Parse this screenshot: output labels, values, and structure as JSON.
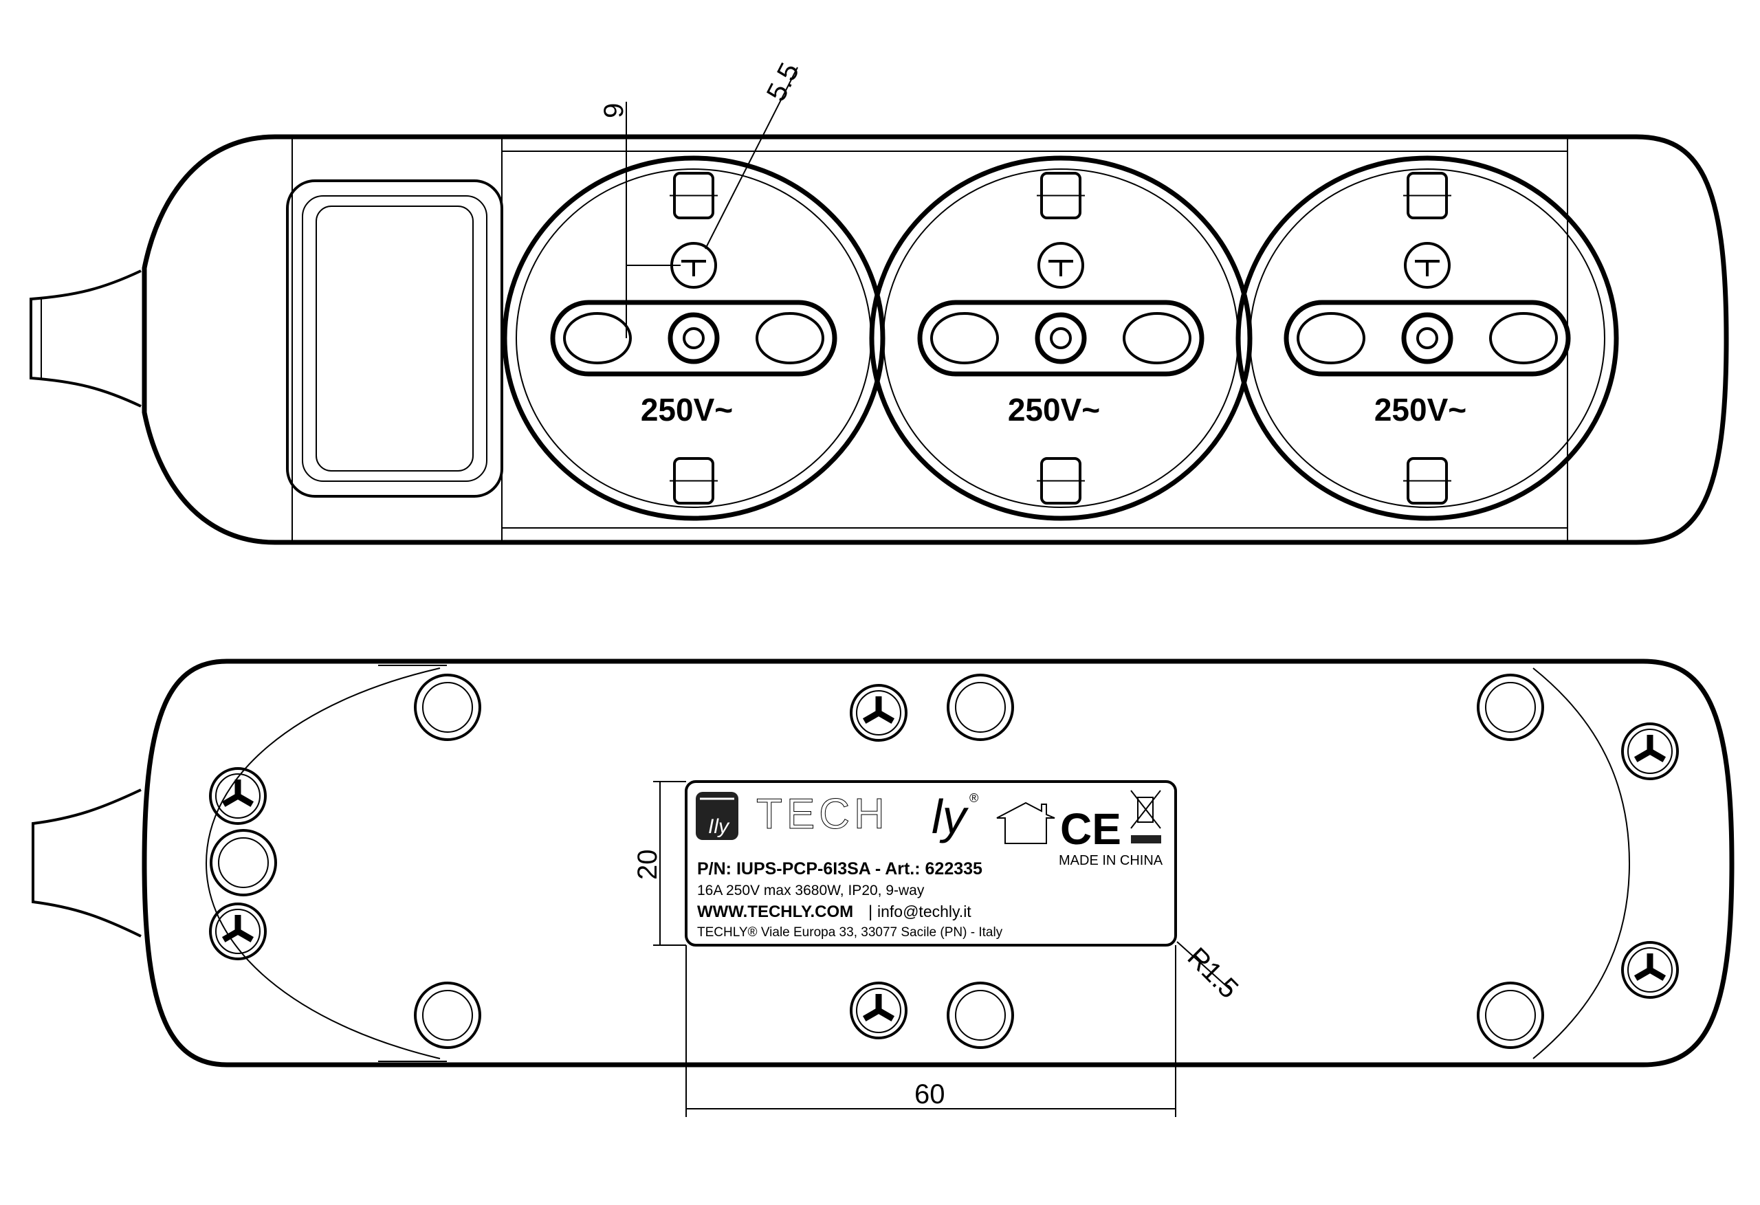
{
  "top_view": {
    "socket_rating": "250V~",
    "socket_count": 3,
    "dimensions": {
      "pin_offset": "9",
      "earth_hole": "5.5"
    }
  },
  "bottom_view": {
    "dimensions": {
      "label_height": "20",
      "label_width": "60",
      "corner_radius": "R1.5"
    },
    "label": {
      "logo_text": "TECHly",
      "registered": "®",
      "part_number": "P/N: IUPS-PCP-6I3SA - Art.: 622335",
      "specs": "16A 250V max 3680W, IP20, 9-way",
      "website": "WWW.TECHLY.COM",
      "separator": "|",
      "email": "info@techly.it",
      "address": "TECHLY® Viale Europa 33, 33077 Sacile (PN) - Italy",
      "ce_mark": "CE",
      "origin": "MADE IN CHINA"
    }
  }
}
